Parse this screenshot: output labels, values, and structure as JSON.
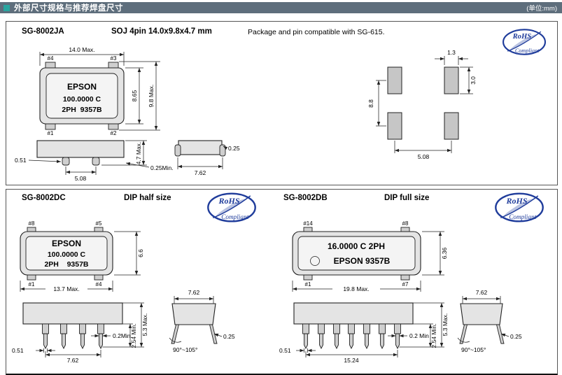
{
  "header": {
    "title": "外部尺寸规格与推荐焊盘尺寸",
    "unit": "(单位:mm)"
  },
  "rohs": {
    "line1": "RoHS",
    "line2": "Compliant"
  },
  "colors": {
    "header_bg": "#5e6e7c",
    "accent_teal": "#2aa6a0",
    "rohs_blue": "#1f3c9b"
  },
  "ja": {
    "model": "SG-8002JA",
    "package": "SOJ 4pin 14.0x9.8x4.7 mm",
    "note": "Package and pin compatible with SG-615.",
    "chip": {
      "line1": "EPSON",
      "line2": "100.0000 C",
      "line3": "2PH  9357B"
    },
    "pins": {
      "tl": "#4",
      "tr": "#3",
      "bl": "#1",
      "br": "#2"
    },
    "dims": {
      "body_w": "14.0 Max.",
      "body_h": "8.65",
      "overall_h": "9.8 Max.",
      "lead_w": "0.51",
      "lead_pitch": "5.08",
      "standoff": "0.25Min.",
      "height": "4.7 Max.",
      "end_w": "7.62",
      "lead_t": "0.25"
    },
    "pads": {
      "pad_w": "1.3",
      "pad_h": "3.0",
      "row_pitch": "8.8",
      "col_pitch": "5.08"
    }
  },
  "dc": {
    "model": "SG-8002DC",
    "package": "DIP half size",
    "chip": {
      "line1": "EPSON",
      "line2": "100.0000 C",
      "line3": "2PH    9357B"
    },
    "pins": {
      "tl": "#8",
      "tr": "#5",
      "bl": "#1",
      "br": "#4"
    },
    "dims": {
      "body_w": "13.7 Max.",
      "body_h": "6.6",
      "lead_w": "0.51",
      "lead_span": "7.62",
      "lead_t": "0.2Min.",
      "lead_len": "2.54 Min.",
      "height": "5.3 Max.",
      "end_w": "7.62",
      "end_lead_t": "0.25",
      "lead_angle": "90°~105°"
    }
  },
  "db": {
    "model": "SG-8002DB",
    "package": "DIP full size",
    "chip": {
      "line1": "16.0000 C 2PH",
      "line2": "EPSON 9357B"
    },
    "pins": {
      "tl": "#14",
      "tr": "#8",
      "bl": "#1",
      "br": "#7"
    },
    "dims": {
      "body_w": "19.8 Max.",
      "body_h": "6.36",
      "lead_w": "0.51",
      "lead_span": "15.24",
      "lead_t": "0.2 Min",
      "lead_len": "2.54 Min.",
      "height": "5.3 Max.",
      "end_w": "7.62",
      "end_lead_t": "0.25",
      "lead_angle": "90°~105°"
    }
  }
}
